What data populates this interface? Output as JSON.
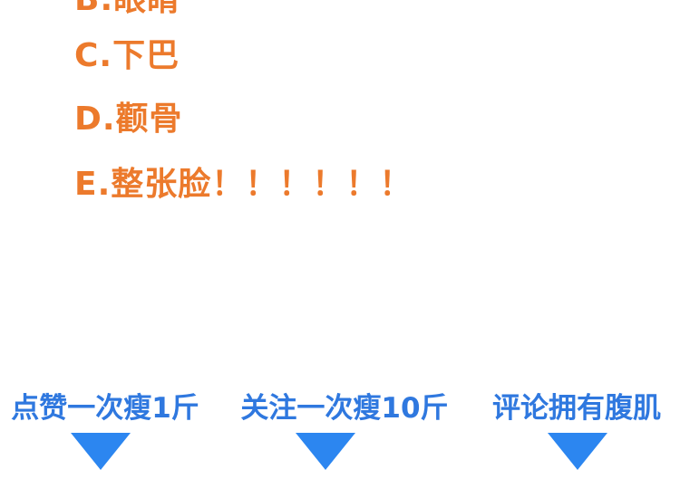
{
  "options": {
    "b": "B.眼睛",
    "c": "C.下巴",
    "d": "D.颧骨",
    "e": "E.整张脸！！！！！！"
  },
  "cta": {
    "like": "点赞一次瘦1斤",
    "follow": "关注一次瘦10斤",
    "comment": "评论拥有腹肌"
  },
  "colors": {
    "option_orange": "#ec7a2c",
    "cta_blue": "#2f78df",
    "arrow_blue": "#2c86f0"
  },
  "icons": [
    "down-arrow-icon",
    "down-arrow-icon",
    "down-arrow-icon"
  ]
}
